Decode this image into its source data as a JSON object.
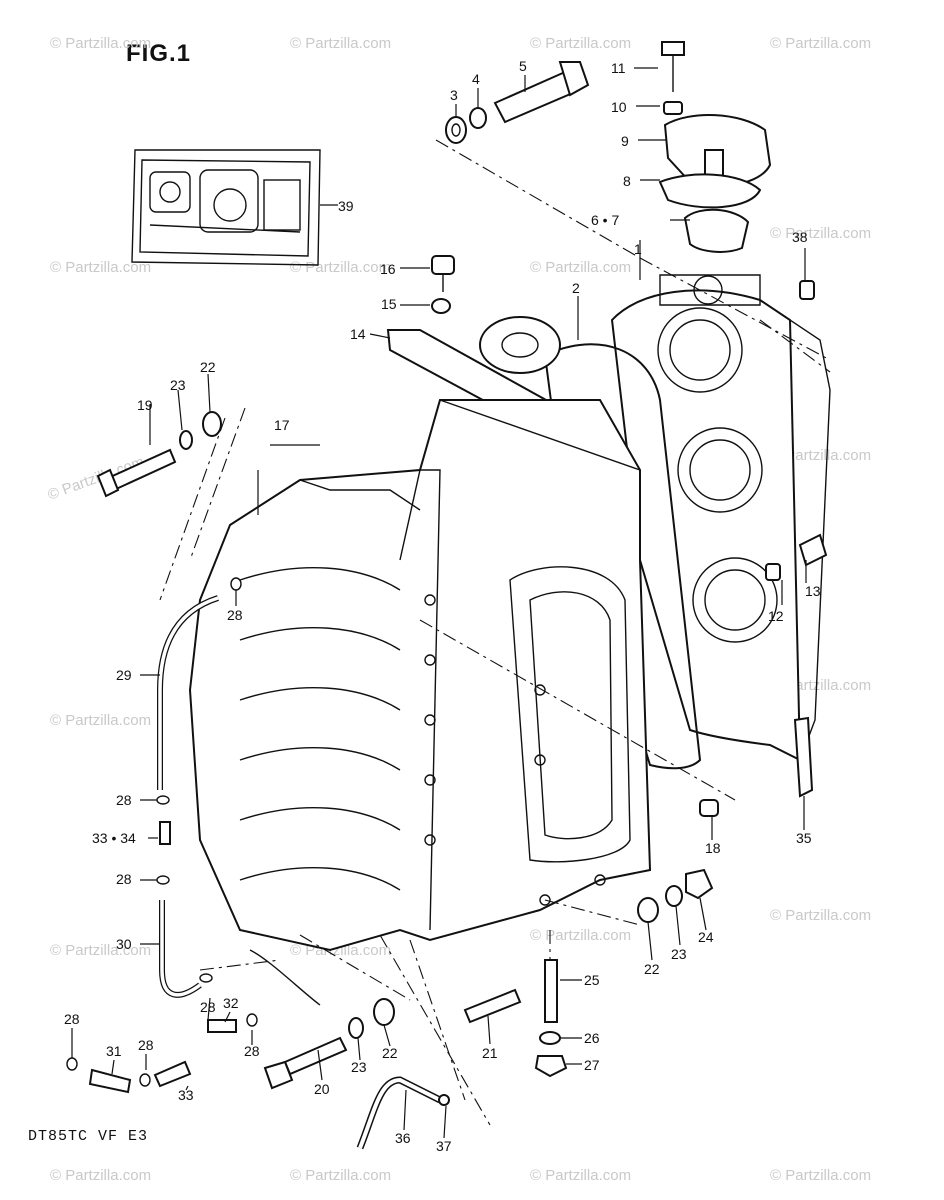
{
  "figure_title": "FIG.1",
  "footer_code": "DT85TC VF E3",
  "watermark": "© Partzilla.com",
  "callouts": {
    "c1": "1",
    "c2": "2",
    "c3": "3",
    "c4": "4",
    "c5": "5",
    "c67": "6 • 7",
    "c8": "8",
    "c9": "9",
    "c10": "10",
    "c11": "11",
    "c12": "12",
    "c13": "13",
    "c14": "14",
    "c15": "15",
    "c16": "16",
    "c17": "17",
    "c18": "18",
    "c19": "19",
    "c20": "20",
    "c21": "21",
    "c22a": "22",
    "c22b": "22",
    "c22c": "22",
    "c23a": "23",
    "c23b": "23",
    "c23c": "23",
    "c24": "24",
    "c25": "25",
    "c26": "26",
    "c27": "27",
    "c28a": "28",
    "c28b": "28",
    "c28c": "28",
    "c28d": "28",
    "c28e": "28",
    "c28f": "28",
    "c28g": "28",
    "c29": "29",
    "c30": "30",
    "c31": "31",
    "c32": "32",
    "c33a": "33",
    "c3334": "33 • 34",
    "c35": "35",
    "c36": "36",
    "c37": "37",
    "c38": "38",
    "c39": "39"
  }
}
